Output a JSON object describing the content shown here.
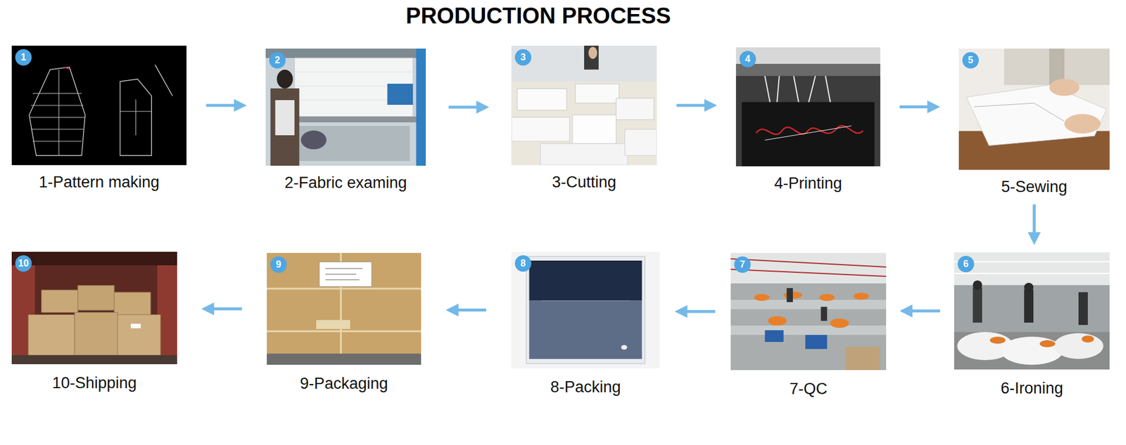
{
  "diagram": {
    "title": "PRODUCTION PROCESS",
    "nodes": [
      {
        "text": [
          "1",
          "1-Pattern making"
        ]
      },
      {
        "text": [
          "2",
          "2-Fabric examing"
        ]
      },
      {
        "text": [
          "3",
          "3-Cutting"
        ]
      },
      {
        "text": [
          "4",
          "4-Printing"
        ]
      },
      {
        "text": [
          "5",
          "5-Sewing"
        ]
      },
      {
        "text": [
          "6",
          "6-Ironing"
        ]
      },
      {
        "text": [
          "7",
          "7-QC"
        ]
      },
      {
        "text": [
          "8",
          "8-Packing"
        ]
      },
      {
        "text": [
          "9",
          "9-Packaging"
        ]
      },
      {
        "text": [
          "10",
          "10-Shipping"
        ]
      }
    ],
    "edges": [
      {
        "from": 0,
        "to": 1,
        "arrow": "to"
      },
      {
        "from": 1,
        "to": 2,
        "arrow": "to"
      },
      {
        "from": 2,
        "to": 3,
        "arrow": "to"
      },
      {
        "from": 3,
        "to": 4,
        "arrow": "to"
      },
      {
        "from": 4,
        "to": 5,
        "arrow": "to"
      },
      {
        "from": 5,
        "to": 6,
        "arrow": "to"
      },
      {
        "from": 6,
        "to": 7,
        "arrow": "to"
      },
      {
        "from": 7,
        "to": 8,
        "arrow": "to"
      },
      {
        "from": 8,
        "to": 9,
        "arrow": "to"
      }
    ]
  }
}
